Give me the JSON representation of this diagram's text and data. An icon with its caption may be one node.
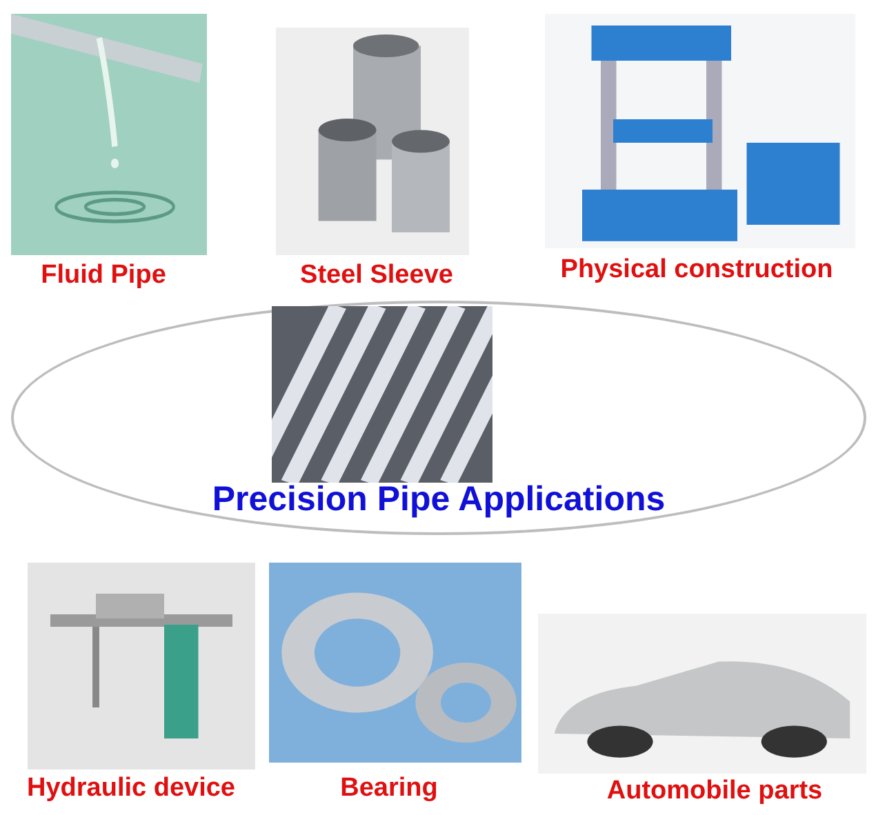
{
  "diagram": {
    "nodes": [
      {
        "text": [],
        "shape": "picture",
        "beside": [
          "Fluid Pipe"
        ]
      },
      {
        "text": [],
        "shape": "picture",
        "beside": [
          "Steel Sleeve"
        ]
      },
      {
        "text": [],
        "shape": "picture",
        "beside": [
          "Physical construction"
        ]
      },
      {
        "text": [
          "Precision Pipe Applications"
        ]
      },
      {
        "text": [],
        "shape": "picture",
        "in": 3
      },
      {
        "text": [],
        "shape": "picture",
        "beside": [
          "Hydraulic device"
        ]
      },
      {
        "text": [],
        "shape": "picture",
        "beside": [
          "Bearing"
        ]
      },
      {
        "text": [],
        "shape": "picture",
        "beside": [
          "Automobile parts"
        ]
      }
    ],
    "edges": []
  }
}
